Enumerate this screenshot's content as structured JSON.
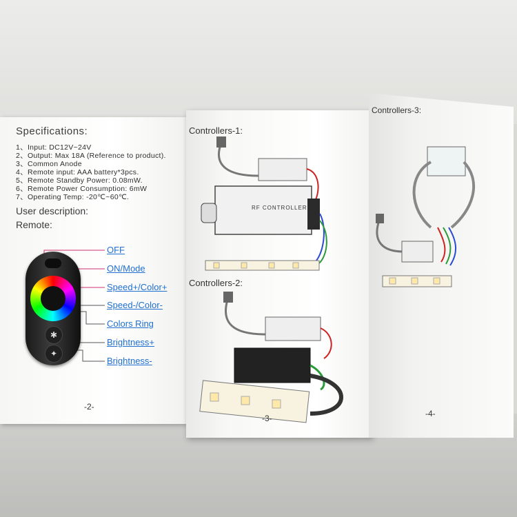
{
  "page2": {
    "spec_heading": "Specifications:",
    "specs": [
      "1、Input: DC12V~24V",
      "2、Output: Max 18A (Reference to product).",
      "3、Common Anode",
      "4、Remote input: AAA battery*3pcs.",
      "5、Remote Standby Power: 0.08mW.",
      "6、Remote Power Consumption: 6mW",
      "7、Operating Temp: -20℃~60℃."
    ],
    "user_heading": "User description:",
    "remote_heading": "Remote:",
    "callouts": [
      "OFF",
      "ON/Mode",
      "Speed+/Color+",
      "Speed-/Color-",
      "Colors Ring",
      "Brightness+",
      "Brightness-"
    ],
    "page_number": "-2-"
  },
  "page3": {
    "controllers1": "Controllers-1:",
    "controllers2": "Controllers-2:",
    "rf_label": "RF CONTROLLER",
    "page_number": "-3-"
  },
  "page4": {
    "controllers3": "Controllers-3:",
    "page_number": "-4-"
  },
  "colors": {
    "callout": "#1e6fd0",
    "callout_line": "#d0306e",
    "led_red": "#d42a2a",
    "led_green": "#2a9a3a",
    "led_blue": "#2a4ad4"
  }
}
